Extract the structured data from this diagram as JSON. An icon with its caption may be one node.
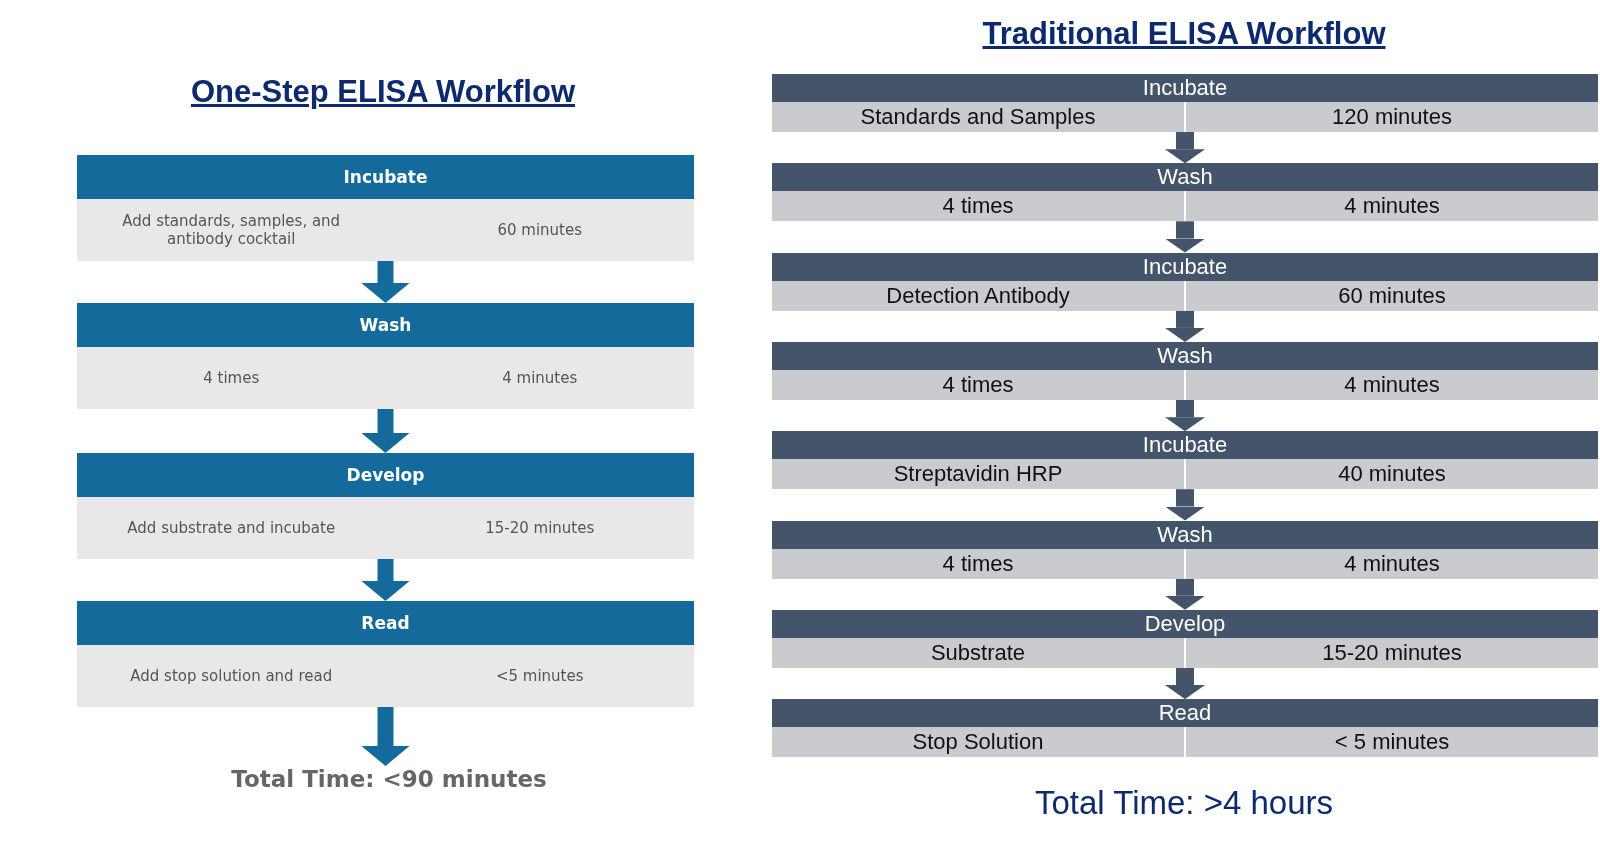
{
  "diagram": {
    "nodes": [
      {
        "text": [
          "Incubate",
          "Add standards, samples, and antibody cocktail",
          "60 minutes"
        ]
      },
      {
        "text": [
          "Wash",
          "4 times",
          "4 minutes"
        ]
      },
      {
        "text": [
          "Develop",
          "Add substrate and incubate",
          "15-20 minutes"
        ]
      },
      {
        "text": [
          "Read",
          "Add stop solution and read",
          "<5 minutes"
        ]
      },
      {
        "text": [
          "Total Time: <90 minutes"
        ]
      },
      {
        "text": [
          "Incubate",
          "Standards and Samples",
          "120 minutes"
        ]
      },
      {
        "text": [
          "Wash",
          "4 times",
          "4 minutes"
        ]
      },
      {
        "text": [
          "Incubate",
          "Detection Antibody",
          "60 minutes"
        ]
      },
      {
        "text": [
          "Wash",
          "4 times",
          "4 minutes"
        ]
      },
      {
        "text": [
          "Incubate",
          "Streptavidin HRP",
          "40 minutes"
        ]
      },
      {
        "text": [
          "Wash",
          "4 times",
          "4 minutes"
        ]
      },
      {
        "text": [
          "Develop",
          "Substrate",
          "15-20 minutes"
        ]
      },
      {
        "text": [
          "Read",
          "Stop Solution",
          "< 5 minutes"
        ]
      }
    ],
    "edges": [
      {
        "from": 0,
        "to": 1,
        "arrow": "to",
        "color": "#156a9c"
      },
      {
        "from": 1,
        "to": 2,
        "arrow": "to",
        "color": "#156a9c"
      },
      {
        "from": 2,
        "to": 3,
        "arrow": "to",
        "color": "#156a9c"
      },
      {
        "from": 3,
        "to": 4,
        "arrow": "to",
        "color": "#156a9c"
      },
      {
        "from": 5,
        "to": 6,
        "arrow": "to"
      },
      {
        "from": 6,
        "to": 7,
        "arrow": "to"
      },
      {
        "from": 7,
        "to": 8,
        "arrow": "to"
      },
      {
        "from": 8,
        "to": 9,
        "arrow": "to"
      },
      {
        "from": 9,
        "to": 10,
        "arrow": "to"
      },
      {
        "from": 10,
        "to": 11,
        "arrow": "to"
      },
      {
        "from": 11,
        "to": 12,
        "arrow": "to"
      }
    ],
    "labels": [
      "One-Step ELISA Workflow",
      "Traditional ELISA Workflow",
      "Total Time: >4 hours"
    ]
  }
}
